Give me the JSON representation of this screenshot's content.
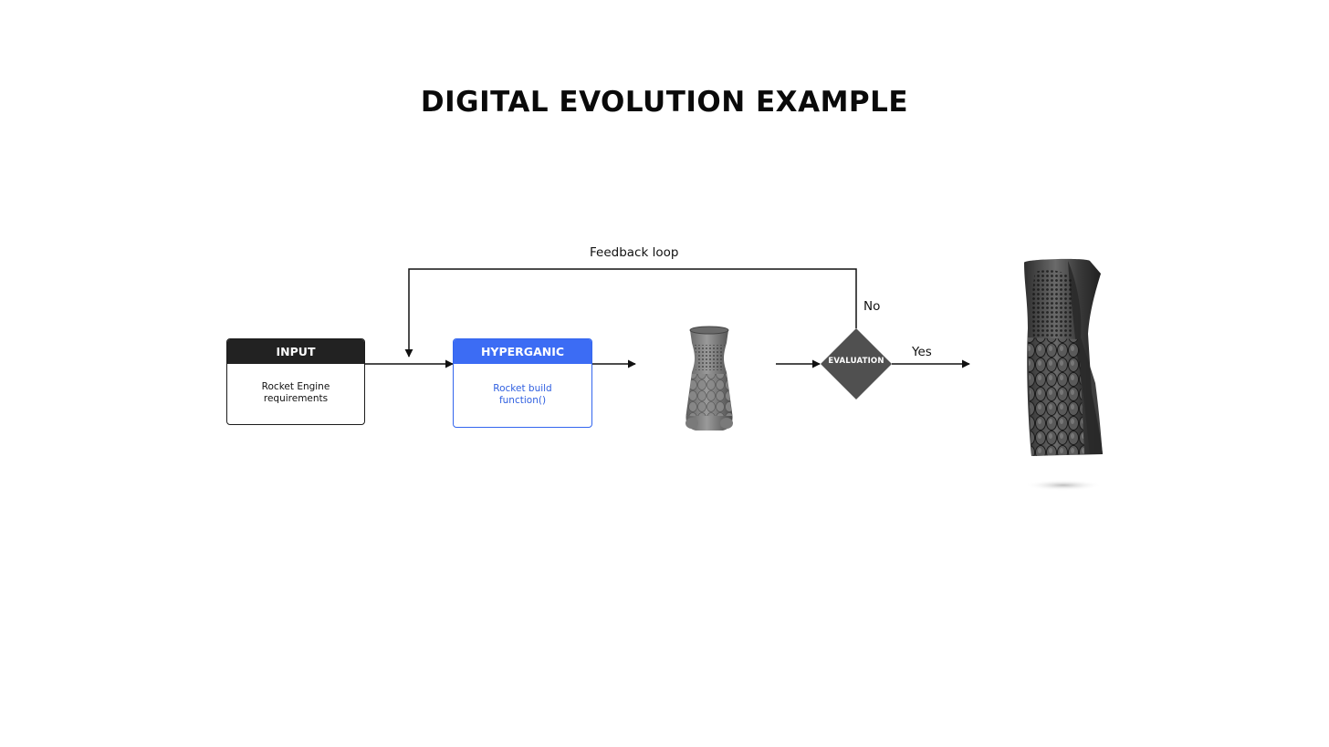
{
  "title": "DIGITAL EVOLUTION EXAMPLE",
  "input_box": {
    "header": "INPUT",
    "body_line1": "Rocket Engine",
    "body_line2": "requirements"
  },
  "hyperganic_box": {
    "header": "HYPERGANIC",
    "body_line1": "Rocket build",
    "body_line2": "function()"
  },
  "evaluation": {
    "label": "EVALUATION"
  },
  "edges": {
    "feedback": "Feedback loop",
    "no": "No",
    "yes": "Yes"
  },
  "objects": {
    "prototype": "rocket-nozzle-prototype-render",
    "final": "rocket-nozzle-final-render"
  },
  "colors": {
    "input_header": "#222222",
    "hyperganic_header": "#3c6cf4",
    "hyperganic_text": "#2f5fe0",
    "diamond": "#505050"
  }
}
